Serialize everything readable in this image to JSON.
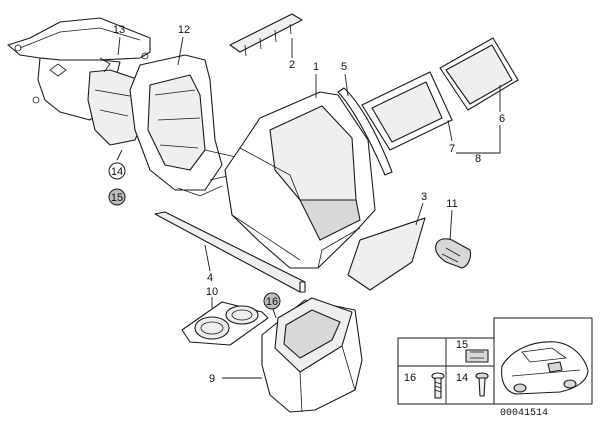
{
  "diagram": {
    "callouts": {
      "c1": "1",
      "c2": "2",
      "c3": "3",
      "c4": "4",
      "c5": "5",
      "c6": "6",
      "c7": "7",
      "c8": "8",
      "c9": "9",
      "c10": "10",
      "c11": "11",
      "c12": "12",
      "c13": "13",
      "c14": "14",
      "c15": "15",
      "c16": "16"
    },
    "legend": {
      "l15": "15",
      "l16": "16",
      "l14": "14"
    },
    "reference_number": "00041514"
  }
}
